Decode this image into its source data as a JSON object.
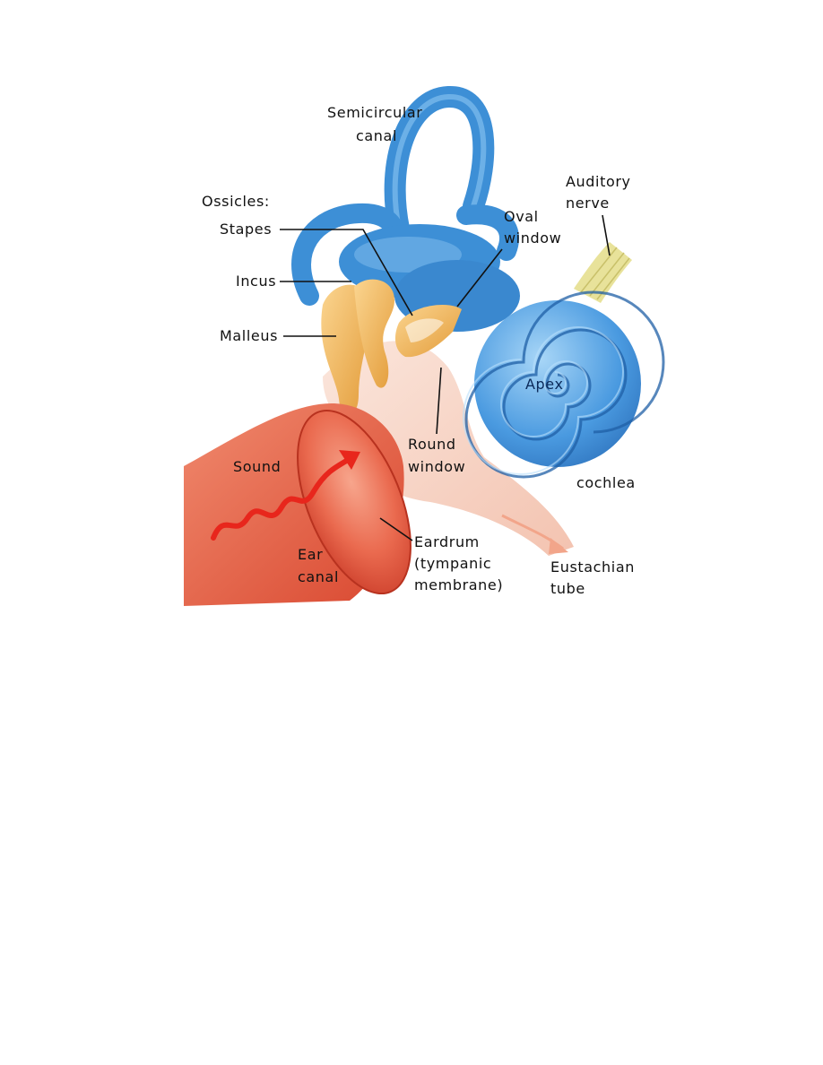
{
  "diagram": {
    "labels": {
      "semicircular_canal": [
        "Semicircular",
        "canal"
      ],
      "ossicles_heading": "Ossicles:",
      "stapes": "Stapes",
      "incus": "Incus",
      "malleus": "Malleus",
      "auditory_nerve": [
        "Auditory",
        "nerve"
      ],
      "oval_window": [
        "Oval",
        "window"
      ],
      "apex": "Apex",
      "round_window": [
        "Round",
        "window"
      ],
      "cochlea": "cochlea",
      "sound": "Sound",
      "ear_canal": [
        "Ear",
        "canal"
      ],
      "eardrum": [
        "Eardrum",
        "(tympanic",
        "membrane)"
      ],
      "eustachian_tube": [
        "Eustachian",
        "tube"
      ]
    },
    "colors": {
      "inner_ear_blue": "#3d8fd6",
      "inner_ear_highlight": "#9fd0f5",
      "ossicle_orange": "#f0b44c",
      "ear_canal_red": "#e0533d",
      "sound_arrow_red": "#e8261c",
      "tube_pink": "#f8d9cc",
      "nerve_yellow": "#e8e29a"
    }
  }
}
